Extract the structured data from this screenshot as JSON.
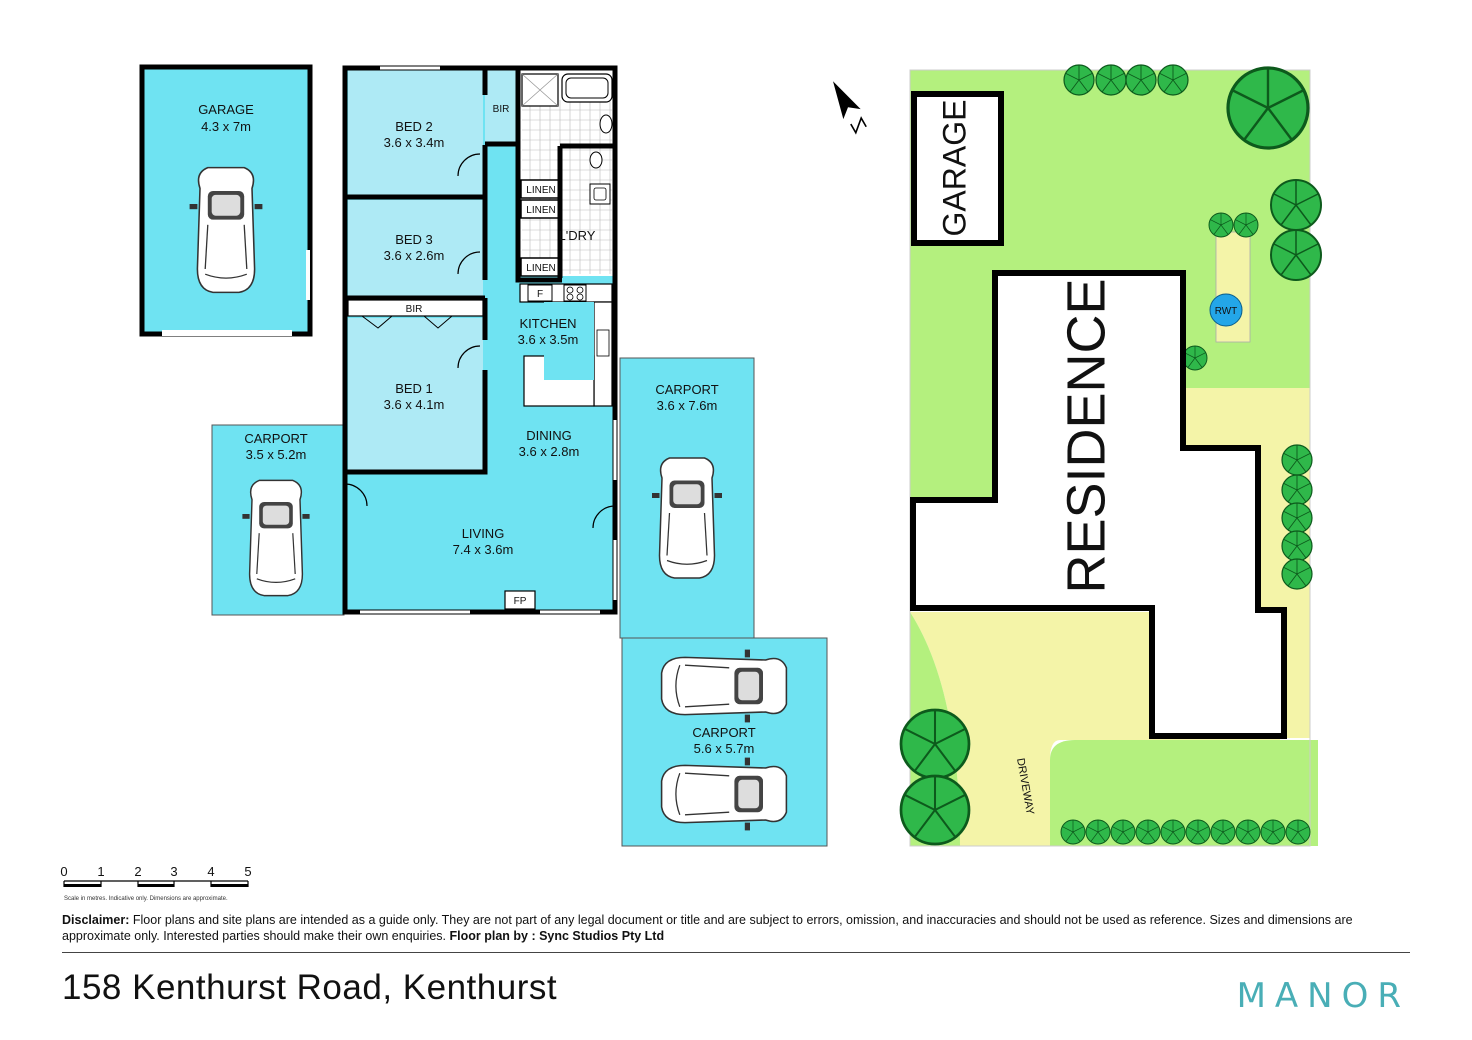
{
  "rooms": {
    "garage": {
      "name": "GARAGE",
      "size": "4.3 x 7m"
    },
    "bed2": {
      "name": "BED 2",
      "size": "3.6 x 3.4m"
    },
    "bed3": {
      "name": "BED 3",
      "size": "3.6 x 2.6m"
    },
    "bed1": {
      "name": "BED 1",
      "size": "3.6 x 4.1m"
    },
    "kitchen": {
      "name": "KITCHEN",
      "size": "3.6 x 3.5m"
    },
    "dining": {
      "name": "DINING",
      "size": "3.6 x 2.8m"
    },
    "living": {
      "name": "LIVING",
      "size": "7.4 x 3.6m"
    },
    "carport_left": {
      "name": "CARPORT",
      "size": "3.5 x 5.2m"
    },
    "carport_right": {
      "name": "CARPORT",
      "size": "3.6 x 7.6m"
    },
    "carport_bottom": {
      "name": "CARPORT",
      "size": "5.6 x 5.7m"
    }
  },
  "fixtures": {
    "bir_top": "BIR",
    "bir_bed1": "BIR",
    "linen1": "LINEN",
    "linen2": "LINEN",
    "linen3": "LINEN",
    "laundry": "L'DRY",
    "fridge": "F",
    "fireplace": "FP"
  },
  "site": {
    "garage": "GARAGE",
    "residence": "RESIDENCE",
    "driveway": "DRIVEWAY",
    "rwt": "RWT"
  },
  "scale": {
    "ticks": [
      "0",
      "1",
      "2",
      "3",
      "4",
      "5"
    ],
    "note": "Scale in metres. Indicative only. Dimensions are approximate."
  },
  "disclaimer": {
    "label": "Disclaimer:",
    "text": "Floor plans and site plans are intended as a guide only. They are not part of any legal document or title and are subject to errors, omission, and inaccuracies and should not be used as reference. Sizes and dimensions are approximate only. Interested parties should make their own enquiries.",
    "credit": "Floor plan by : Sync Studios Pty Ltd"
  },
  "address": "158 Kenthurst Road, Kenthurst",
  "brand": "MANOR",
  "colors": {
    "room_blue": "#6fe3f2",
    "carport_blue": "#6fe3f2",
    "bedroom_blue": "#aeeaf5",
    "lawn_green": "#b4f07e",
    "driveway_yellow": "#f4f4a8",
    "tree_green": "#2fb84a",
    "rwt_blue": "#23a6e8",
    "brand_teal": "#49aeb6"
  }
}
